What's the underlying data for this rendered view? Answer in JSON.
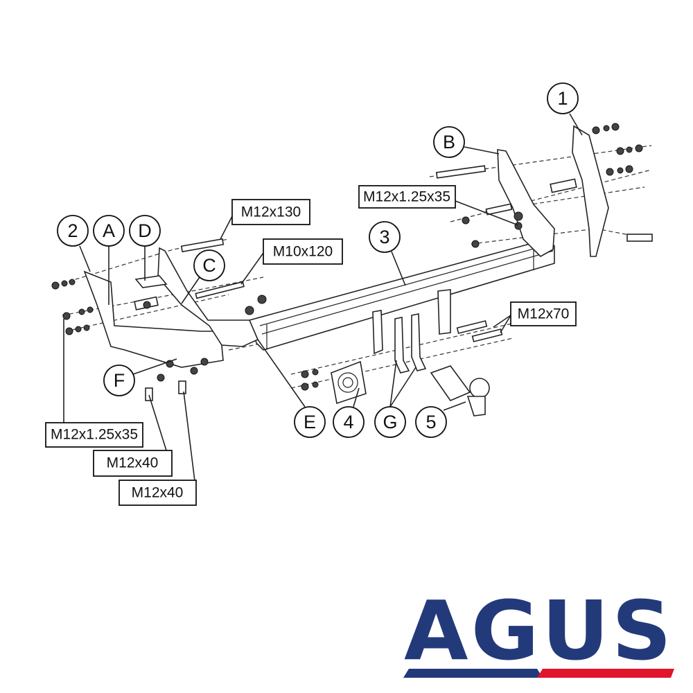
{
  "callouts": {
    "part_1": "1",
    "part_2": "2",
    "part_3": "3",
    "part_4": "4",
    "part_5": "5",
    "a": "A",
    "b": "B",
    "c": "C",
    "d": "D",
    "e": "E",
    "f": "F",
    "g": "G"
  },
  "specs": {
    "bolt_m12x130": "M12x130",
    "bolt_m10x120": "M10x120",
    "bolt_m12x1_25x35_right": "M12x1.25x35",
    "bolt_m12x70": "M12x70",
    "bolt_m12x1_25x35_left": "M12x1.25x35",
    "bolt_m12x40_a": "M12x40",
    "bolt_m12x40_b": "M12x40"
  },
  "logo": {
    "text": "AGUS",
    "primary_color": "#233a7a",
    "accent_color": "#e0142a"
  }
}
